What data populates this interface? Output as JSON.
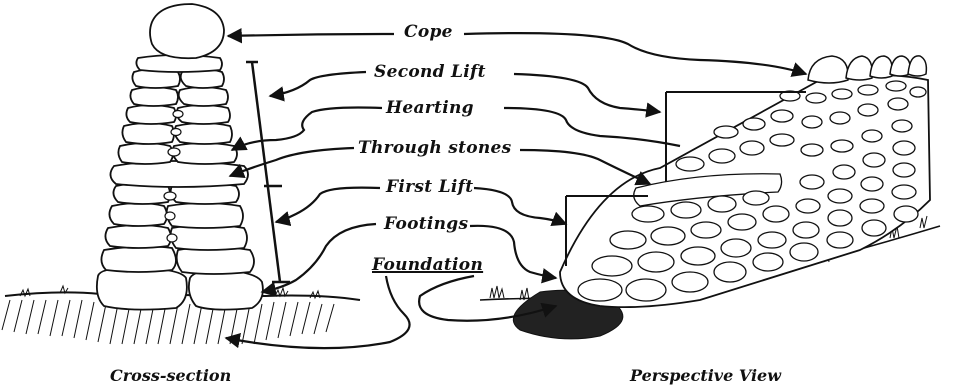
{
  "labels": {
    "cope": "Cope",
    "second_lift": "Second Lift",
    "hearting": "Hearting",
    "through_stones": "Through stones",
    "first_lift": "First Lift",
    "footings": "Footings",
    "foundation": "Foundation"
  },
  "captions": {
    "cross_section": "Cross-section",
    "perspective_view": "Perspective View"
  },
  "style": {
    "ink_color": "#111111",
    "background_color": "#ffffff"
  }
}
